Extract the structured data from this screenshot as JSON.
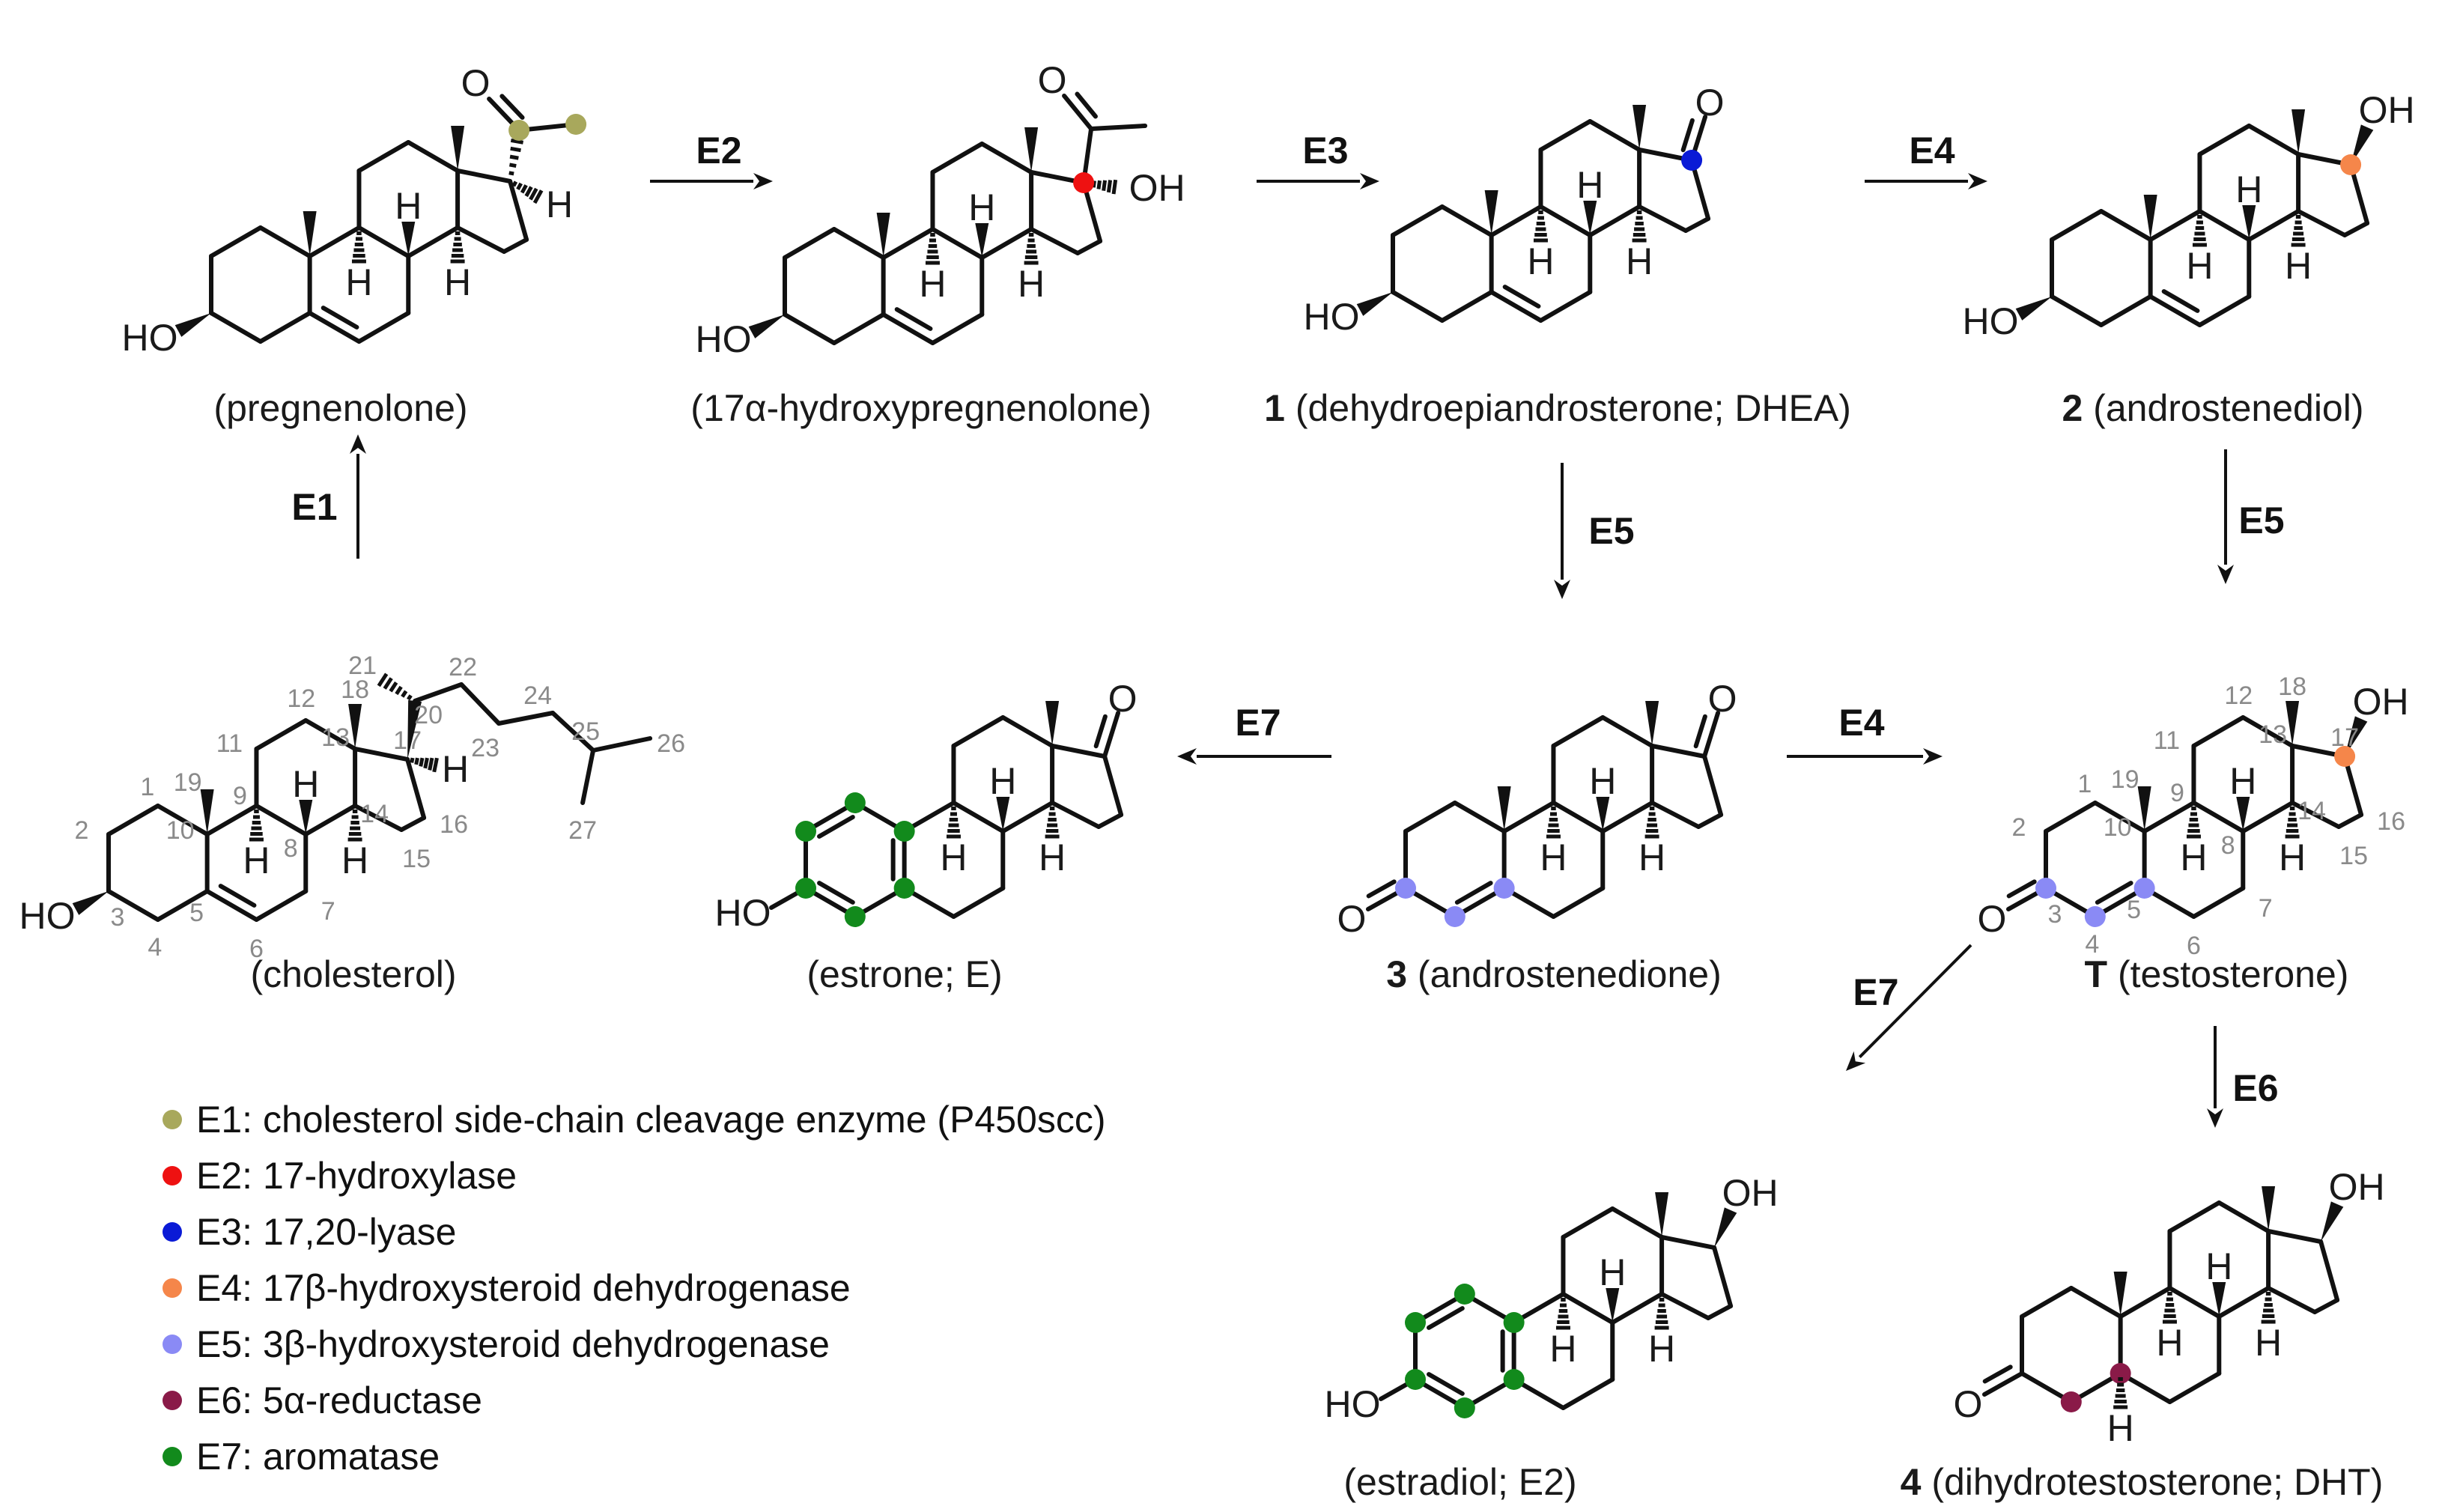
{
  "colors": {
    "E1": "#a8a85c",
    "E2": "#ee1111",
    "E3": "#0a1ad6",
    "E4": "#f5864a",
    "E5": "#8a8af5",
    "E6": "#8a1a48",
    "E7": "#128a1c"
  },
  "atoms": {
    "O": "O",
    "HO": "HO",
    "OH": "OH",
    "H": "H"
  },
  "compounds": {
    "pregnenolone": {
      "caption": "(pregnenolone)"
    },
    "hydroxypreg": {
      "caption_pre": "(17",
      "caption_greek": "α",
      "caption_post": "-hydroxypregnenolone)"
    },
    "dhea": {
      "id": "1",
      "caption": " (dehydroepiandrosterone; DHEA)"
    },
    "androstenediol": {
      "id": "2",
      "caption": " (androstenediol)"
    },
    "cholesterol": {
      "caption": "(cholesterol)"
    },
    "estrone": {
      "caption": "(estrone; E)"
    },
    "androstenedione": {
      "id": "3",
      "caption": " (androstenedione)"
    },
    "testosterone": {
      "id": "T",
      "caption": " (testosterone)"
    },
    "estradiol": {
      "caption": "(estradiol; E2)"
    },
    "dht": {
      "id": "4",
      "caption": " (dihydrotestosterone; DHT)"
    }
  },
  "arrows": {
    "a1": "E1",
    "a2": "E2",
    "a3": "E3",
    "a4": "E4",
    "a5": "E5",
    "a6": "E5",
    "a7": "E7",
    "a8": "E4",
    "a9": "E7",
    "a10": "E6"
  },
  "numbering": {
    "chol": [
      "1",
      "2",
      "3",
      "4",
      "5",
      "6",
      "7",
      "8",
      "9",
      "10",
      "11",
      "12",
      "13",
      "14",
      "15",
      "16",
      "17",
      "18",
      "19",
      "20",
      "21",
      "22",
      "23",
      "24",
      "25",
      "26",
      "27"
    ],
    "test": [
      "1",
      "2",
      "3",
      "4",
      "5",
      "6",
      "7",
      "8",
      "9",
      "10",
      "11",
      "12",
      "13",
      "14",
      "15",
      "16",
      "17",
      "18",
      "19"
    ]
  },
  "legend": [
    {
      "key": "E1",
      "text": "E1: cholesterol side-chain cleavage enzyme (P450scc)"
    },
    {
      "key": "E2",
      "text": "E2: 17-hydroxylase"
    },
    {
      "key": "E3",
      "text": "E3: 17,20-lyase"
    },
    {
      "key": "E4",
      "text_pre": "E4: 17",
      "greek": "β",
      "text_post": "-hydroxysteroid dehydrogenase"
    },
    {
      "key": "E5",
      "text_pre": "E5: 3",
      "greek": "β",
      "text_post": "-hydroxysteroid dehydrogenase"
    },
    {
      "key": "E6",
      "text_pre": "E6: 5",
      "greek": "α",
      "text_post": "-reductase"
    },
    {
      "key": "E7",
      "text": "E7: aromatase"
    }
  ]
}
